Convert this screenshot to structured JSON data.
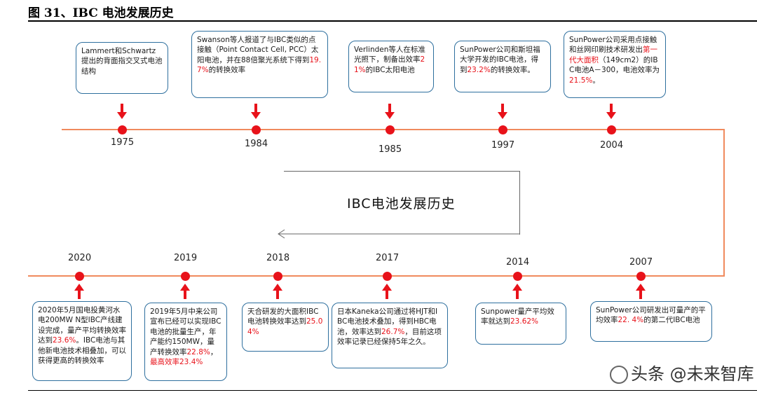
{
  "figure_title": "图 31、IBC 电池发展历史",
  "center_label": "IBC电池发展历史",
  "watermark": "头条 @未来智库",
  "colors": {
    "timeline": "#f08a5d",
    "dot": "#e8121a",
    "box_border": "#2e6f9e",
    "highlight": "#e8121a"
  },
  "top_events": [
    {
      "year": "1975",
      "parts": [
        {
          "t": "Lammert和Schwartz提出的背面指交叉式电池结构",
          "red": false
        }
      ]
    },
    {
      "year": "1984",
      "parts": [
        {
          "t": "Swanson等人报道了与IBC类似的点接触（Point Contact Cell, PCC）太阳电池，并在88倍聚光系统下得到",
          "red": false
        },
        {
          "t": "19.7%",
          "red": true
        },
        {
          "t": "的转换效率",
          "red": false
        }
      ]
    },
    {
      "year": "1985",
      "parts": [
        {
          "t": "Verlinden等人在标准光照下，制备出效率",
          "red": false
        },
        {
          "t": "21%",
          "red": true
        },
        {
          "t": "的IBC太阳电池",
          "red": false
        }
      ]
    },
    {
      "year": "1997",
      "parts": [
        {
          "t": "SunPower公司和斯坦福大学开发的IBC电池，得到",
          "red": false
        },
        {
          "t": "23.2%",
          "red": true
        },
        {
          "t": "的转换效率。",
          "red": false
        }
      ]
    },
    {
      "year": "2004",
      "parts": [
        {
          "t": "SunPower公司采用点接触和丝网印刷技术研发出",
          "red": false
        },
        {
          "t": "第一代大面积",
          "red": true
        },
        {
          "t": "（149cm2）的IBC电池A－300，电池效率为",
          "red": false
        },
        {
          "t": "21.5%",
          "red": true
        },
        {
          "t": "。",
          "red": false
        }
      ]
    }
  ],
  "bottom_events": [
    {
      "year": "2020",
      "parts": [
        {
          "t": "2020年5月国电投黄河水电200MW N型IBC产线建设完成，量产平均转换效率达到",
          "red": false
        },
        {
          "t": "23.6%",
          "red": true
        },
        {
          "t": "。IBC电池与其他新电池技术相叠加，可以获得更高的转换效率",
          "red": false
        }
      ]
    },
    {
      "year": "2019",
      "parts": [
        {
          "t": "2019年5月中来公司宣布已经可以实现IBC电池的批量生产，年产能约150MW，量产转换效率",
          "red": false
        },
        {
          "t": "22.8%",
          "red": true
        },
        {
          "t": "，",
          "red": false
        },
        {
          "t": "最高效率23.4%",
          "red": true
        }
      ]
    },
    {
      "year": "2018",
      "parts": [
        {
          "t": "天合研发的大面积IBC电池转换效率达到",
          "red": false
        },
        {
          "t": "25.04%",
          "red": true
        }
      ]
    },
    {
      "year": "2017",
      "parts": [
        {
          "t": "日本Kaneka公司通过将HJT和IBC电池技术叠加，得到HBC电池，效率达到",
          "red": false
        },
        {
          "t": "26.7%",
          "red": true
        },
        {
          "t": "，目前这项效率记录已经保持5年之久。",
          "red": false
        }
      ]
    },
    {
      "year": "2014",
      "parts": [
        {
          "t": "Sunpower量产平均效率就达到",
          "red": false
        },
        {
          "t": "23.62%",
          "red": true
        }
      ]
    },
    {
      "year": "2007",
      "parts": [
        {
          "t": "SunPower公司研发出可量产的平均效率",
          "red": false
        },
        {
          "t": "22. 4%",
          "red": true
        },
        {
          "t": "的第二代IBC电池",
          "red": false
        }
      ]
    }
  ]
}
